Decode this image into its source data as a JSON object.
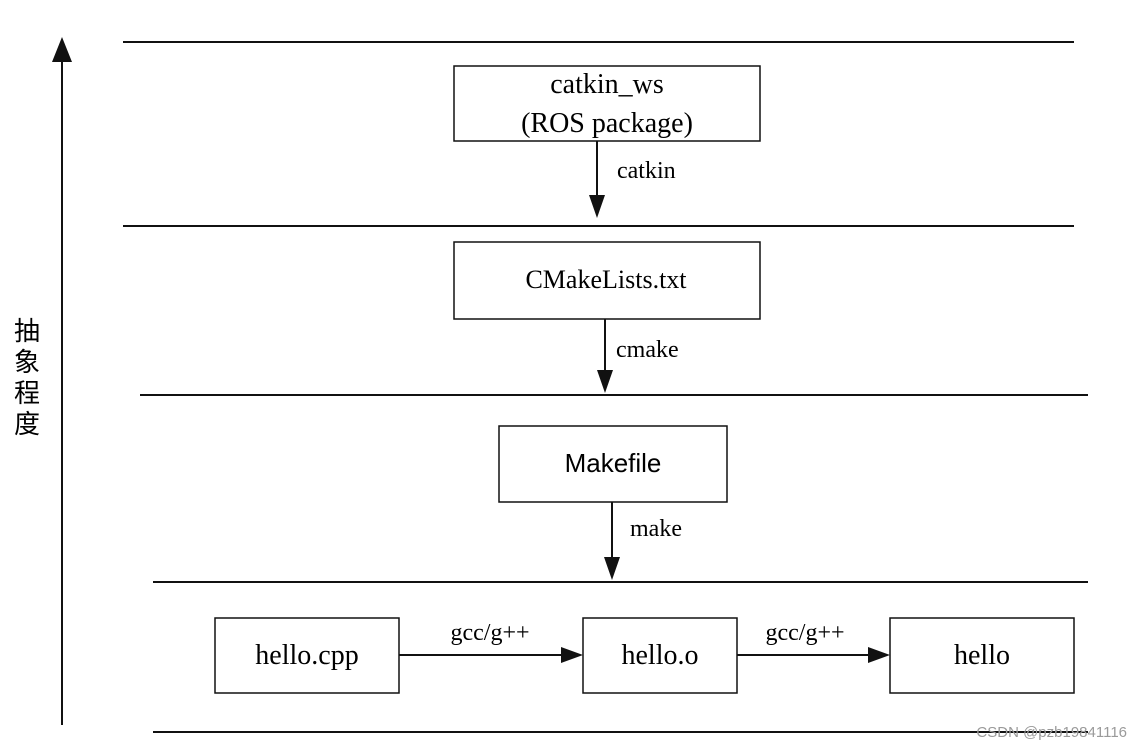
{
  "axis": {
    "label_chars": [
      "抽",
      "象",
      "程",
      "度"
    ]
  },
  "levels": [
    {
      "box_line1": "catkin_ws",
      "box_line2": "(ROS package)",
      "edge_label": "catkin"
    },
    {
      "box_label": "CMakeLists.txt",
      "edge_label": "cmake"
    },
    {
      "box_label": "Makefile",
      "edge_label": "make"
    }
  ],
  "bottom_row": {
    "nodes": [
      "hello.cpp",
      "hello.o",
      "hello"
    ],
    "edges": [
      "gcc/g++",
      "gcc/g++"
    ]
  },
  "watermark": "CSDN @pzb19841116"
}
